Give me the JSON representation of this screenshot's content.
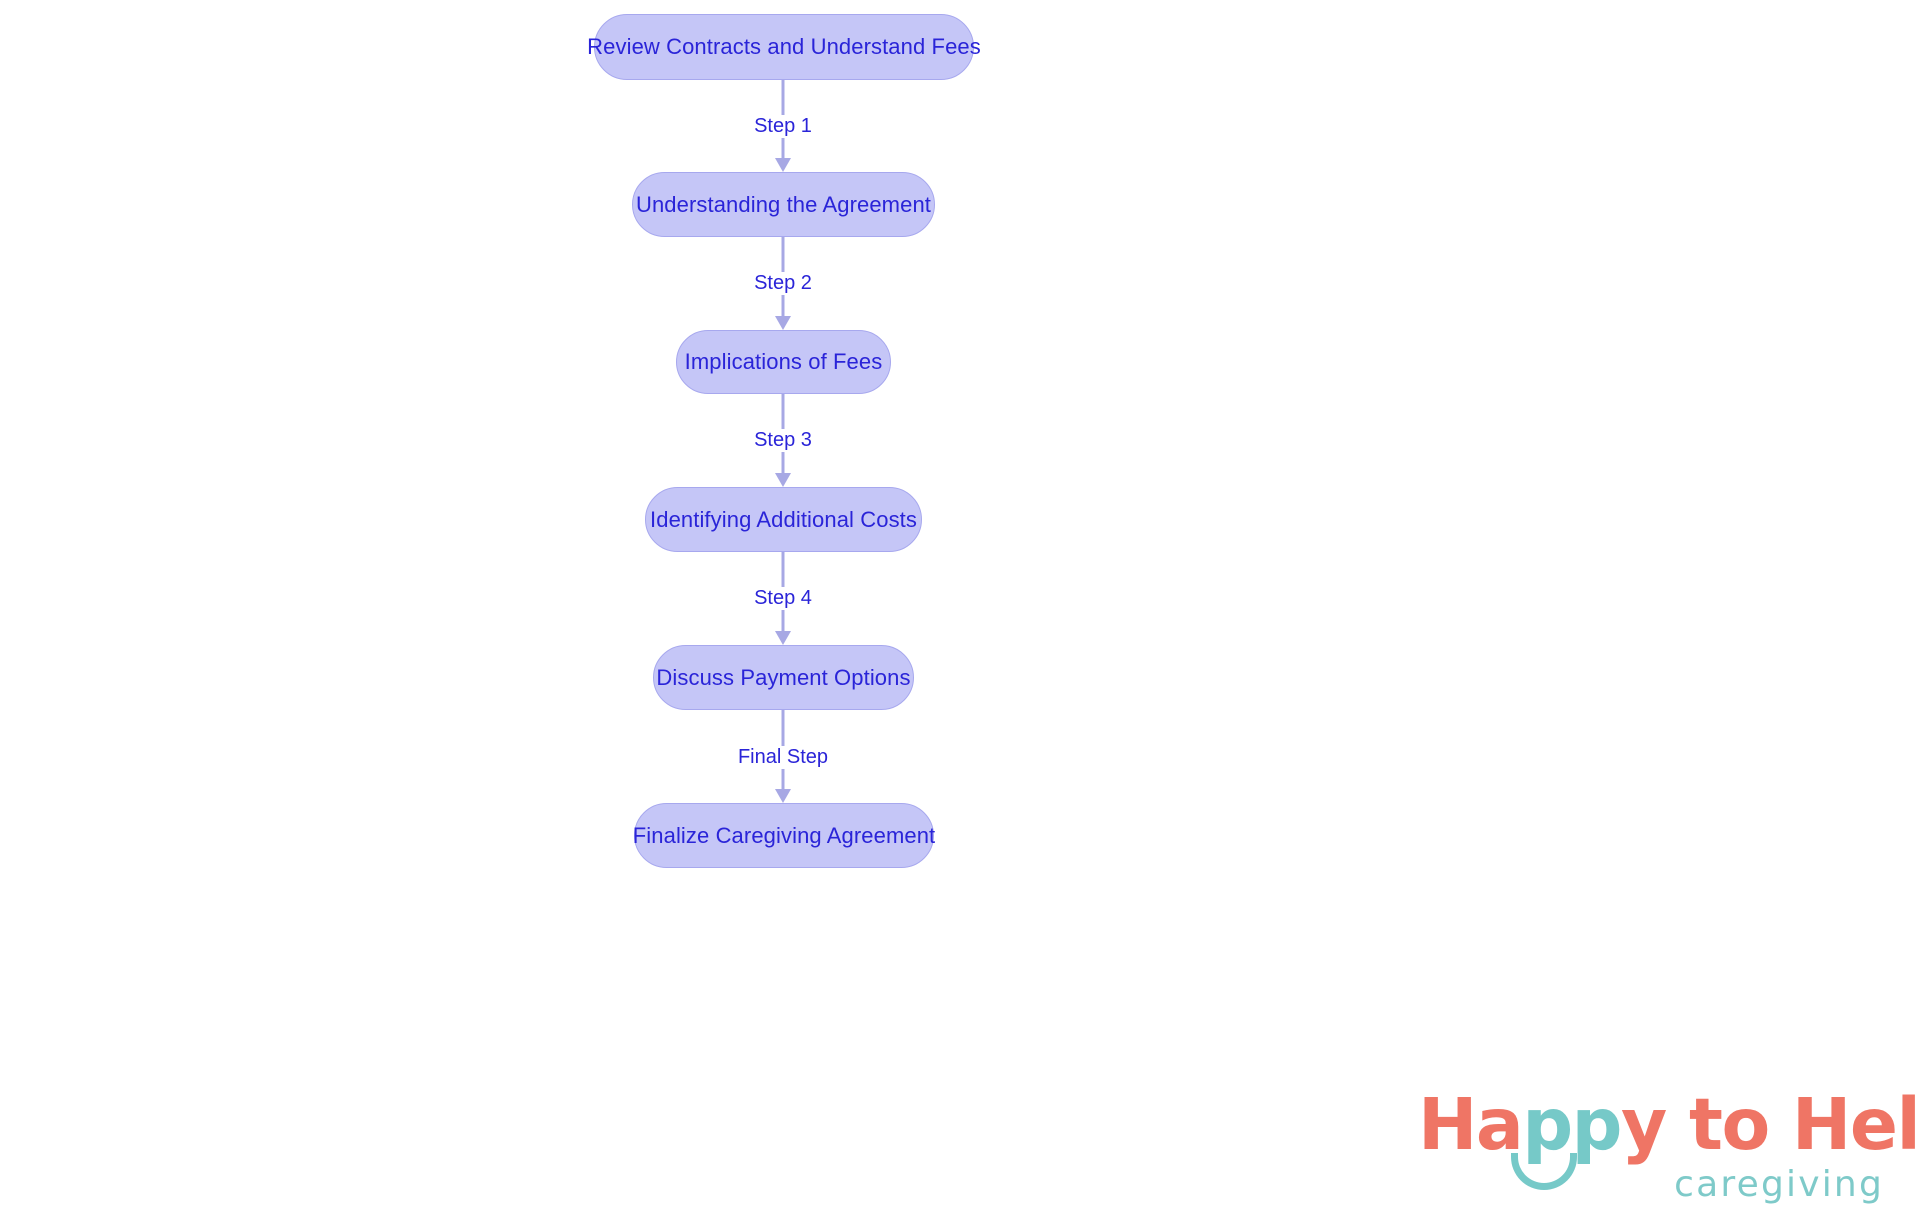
{
  "diagram": {
    "type": "flowchart",
    "orientation": "vertical-top-to-bottom",
    "background_color": "#ffffff",
    "node_fill_color": "#c5c6f7",
    "node_border_color": "#a7a8ee",
    "node_text_color": "#2a24d8",
    "edge_color": "#a7a8e4",
    "nodes": [
      {
        "id": "n1",
        "label": "Review Contracts and Understand Fees"
      },
      {
        "id": "n2",
        "label": "Understanding the Agreement"
      },
      {
        "id": "n3",
        "label": "Implications of Fees"
      },
      {
        "id": "n4",
        "label": "Identifying Additional Costs"
      },
      {
        "id": "n5",
        "label": "Discuss Payment Options"
      },
      {
        "id": "n6",
        "label": "Finalize Caregiving Agreement"
      }
    ],
    "edges": [
      {
        "from": "n1",
        "to": "n2",
        "label": "Step 1"
      },
      {
        "from": "n2",
        "to": "n3",
        "label": "Step 2"
      },
      {
        "from": "n3",
        "to": "n4",
        "label": "Step 3"
      },
      {
        "from": "n4",
        "to": "n5",
        "label": "Step 4"
      },
      {
        "from": "n5",
        "to": "n6",
        "label": "Final Step"
      }
    ]
  },
  "logo": {
    "word_1": "Ha",
    "word_pp": "pp",
    "word_2": "y to Help",
    "tagline": "caregiving",
    "primary_color": "#ef7565",
    "accent_color": "#76c9c8"
  }
}
